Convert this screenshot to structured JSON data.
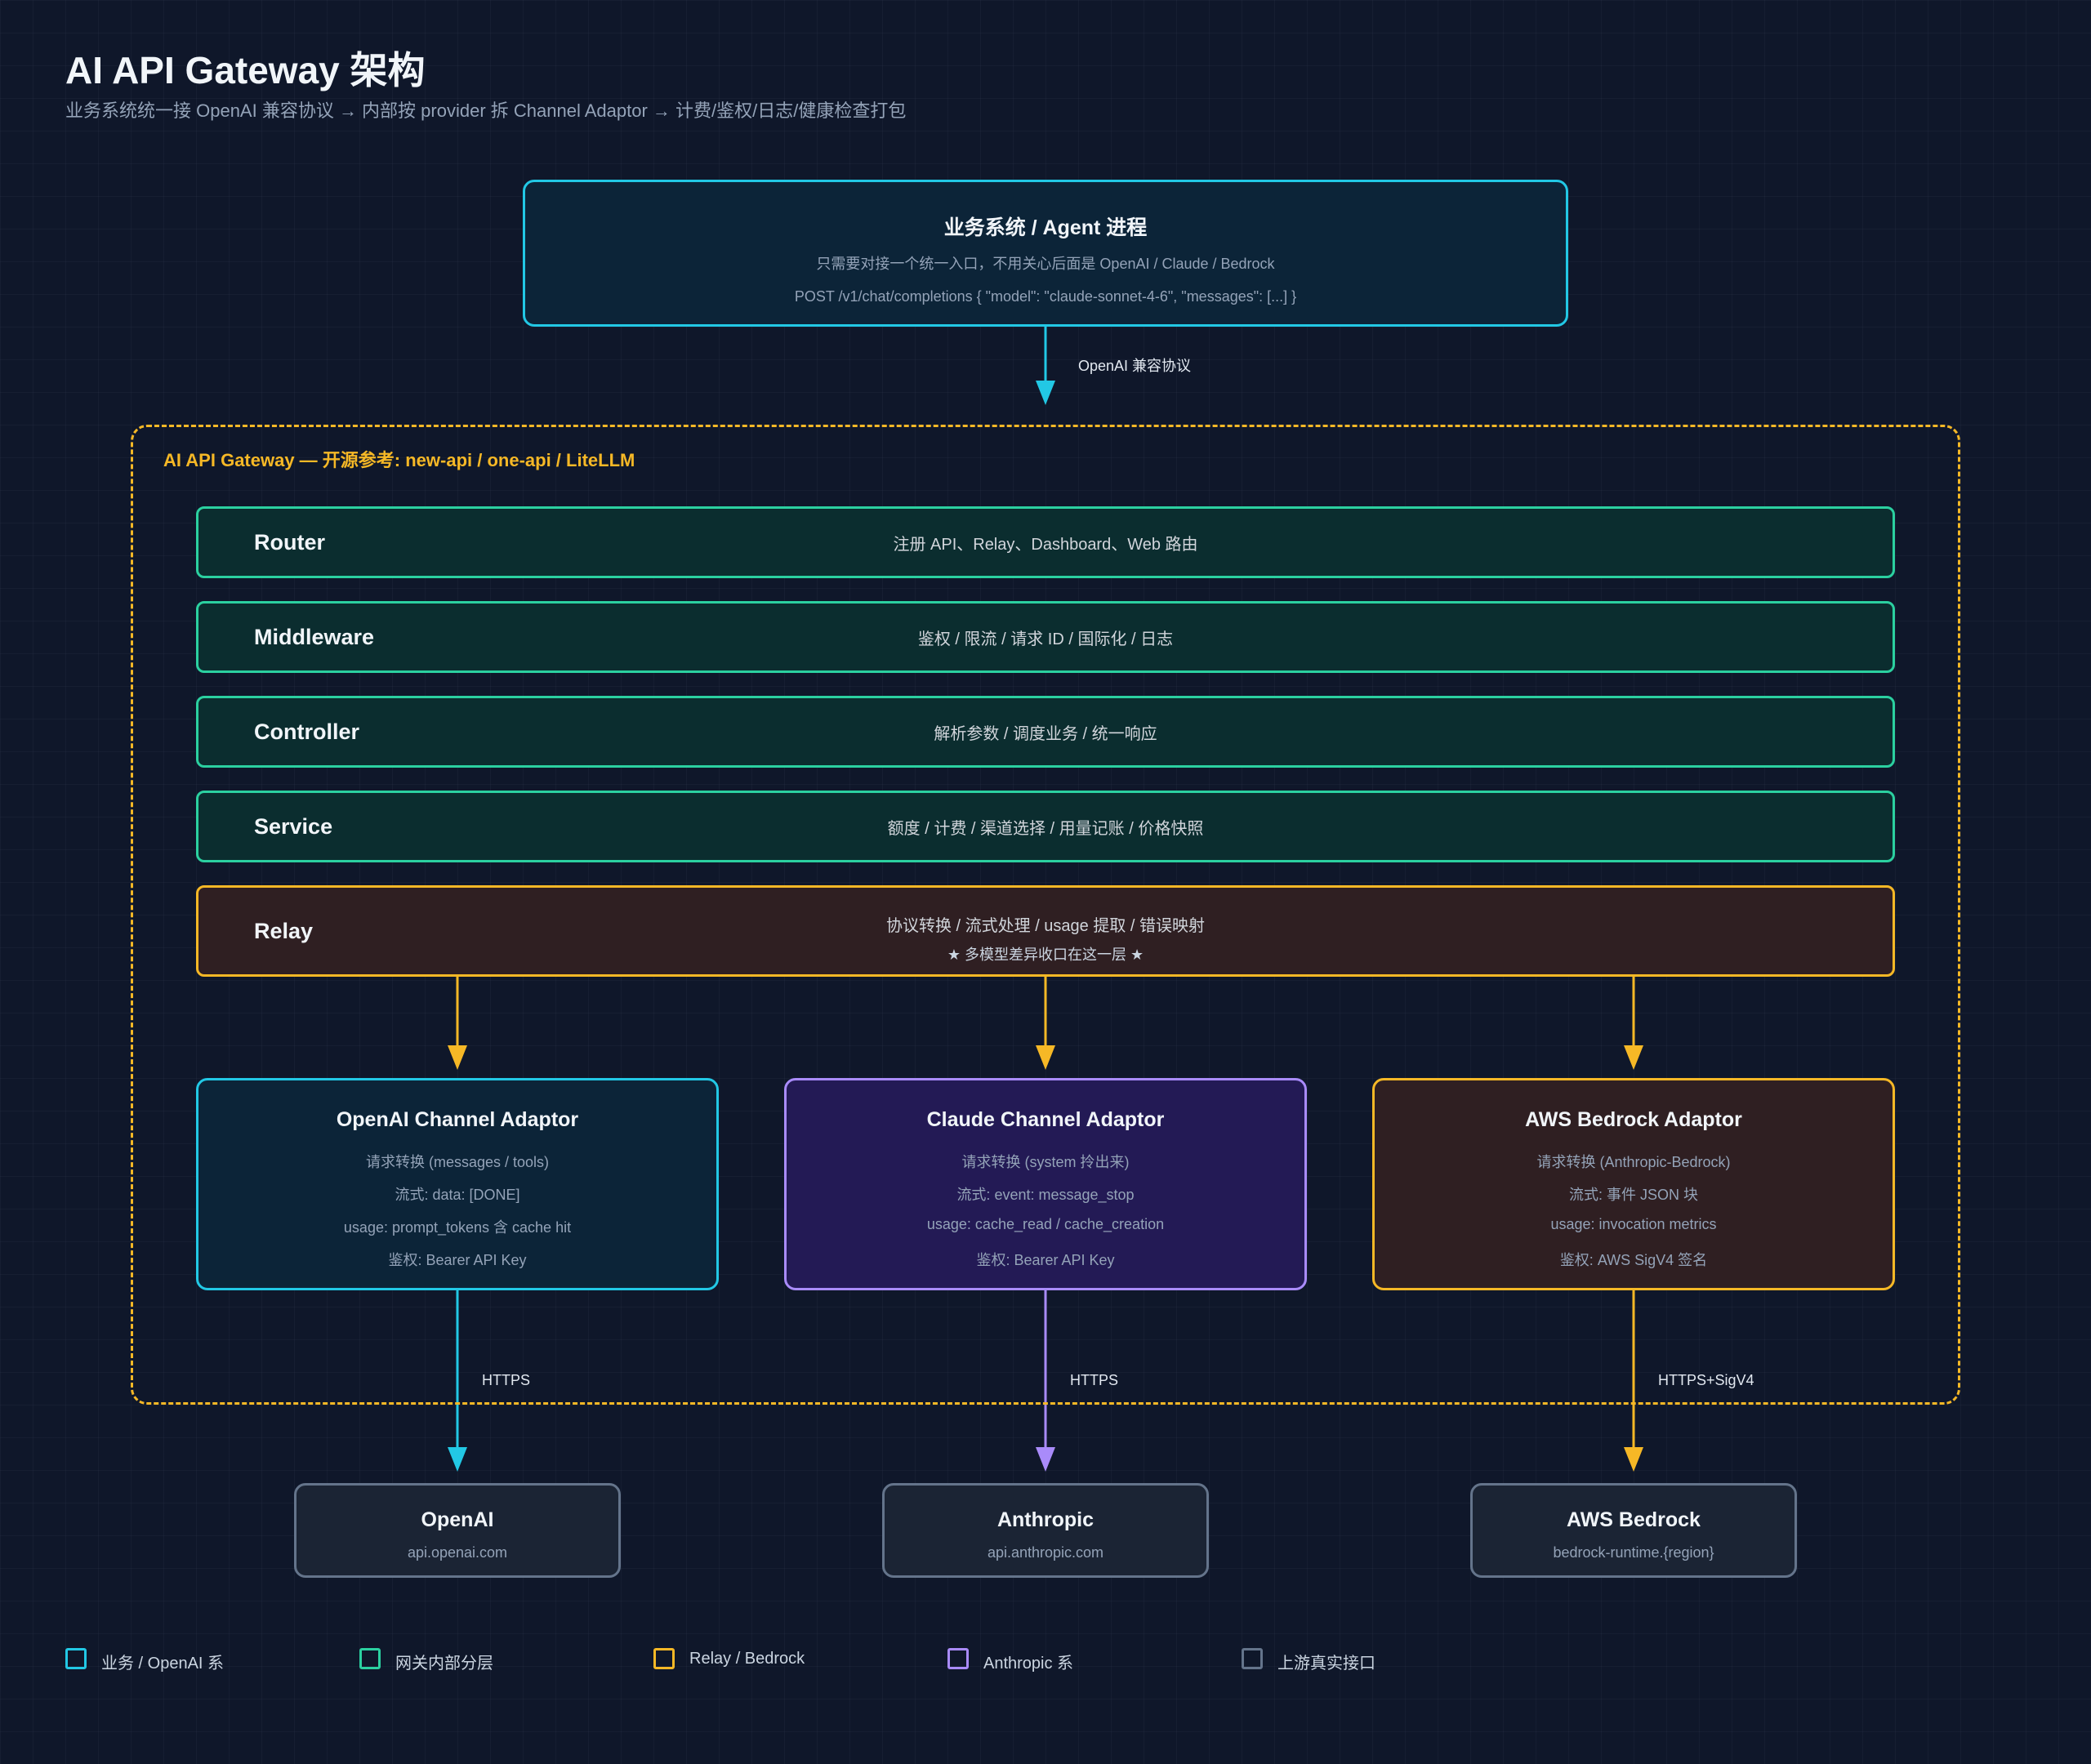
{
  "header": {
    "title": "AI API Gateway 架构",
    "subtitle": "业务系统统一接 OpenAI 兼容协议 → 内部按 provider 拆 Channel Adaptor → 计费/鉴权/日志/健康检查打包"
  },
  "client": {
    "title": "业务系统 / Agent 进程",
    "line1": "只需要对接一个统一入口，不用关心后面是 OpenAI / Claude / Bedrock",
    "line2": "POST /v1/chat/completions { \"model\": \"claude-sonnet-4-6\", \"messages\": [...] }"
  },
  "edges": {
    "client_to_gateway": "OpenAI 兼容协议",
    "openai": "HTTPS",
    "claude": "HTTPS",
    "aws": "HTTPS+SigV4"
  },
  "gateway": {
    "label": "AI API Gateway — 开源参考: new-api / one-api / LiteLLM",
    "layers": [
      {
        "name": "Router",
        "desc": "注册 API、Relay、Dashboard、Web 路由"
      },
      {
        "name": "Middleware",
        "desc": "鉴权 / 限流 / 请求 ID / 国际化 / 日志"
      },
      {
        "name": "Controller",
        "desc": "解析参数 / 调度业务 / 统一响应"
      },
      {
        "name": "Service",
        "desc": "额度 / 计费 / 渠道选择 / 用量记账 / 价格快照"
      }
    ],
    "relay": {
      "name": "Relay",
      "desc": "协议转换 / 流式处理 / usage 提取 / 错误映射",
      "note": "★ 多模型差异收口在这一层 ★"
    }
  },
  "adaptors": [
    {
      "title": "OpenAI Channel Adaptor",
      "lines": [
        "请求转换 (messages / tools)",
        "流式: data: [DONE]",
        "usage: prompt_tokens 含 cache hit",
        "鉴权: Bearer API Key"
      ]
    },
    {
      "title": "Claude Channel Adaptor",
      "lines": [
        "请求转换 (system 拎出来)",
        "流式: event: message_stop",
        "usage: cache_read / cache_creation",
        "鉴权: Bearer API Key"
      ]
    },
    {
      "title": "AWS Bedrock Adaptor",
      "lines": [
        "请求转换 (Anthropic-Bedrock)",
        "流式: 事件 JSON 块",
        "usage: invocation metrics",
        "鉴权: AWS SigV4 签名"
      ]
    }
  ],
  "upstreams": [
    {
      "title": "OpenAI",
      "host": "api.openai.com"
    },
    {
      "title": "Anthropic",
      "host": "api.anthropic.com"
    },
    {
      "title": "AWS Bedrock",
      "host": "bedrock-runtime.{region}"
    }
  ],
  "legend": [
    {
      "label": "业务 / OpenAI 系",
      "color": "#22c8e5"
    },
    {
      "label": "网关内部分层",
      "color": "#2bd0a0"
    },
    {
      "label": "Relay / Bedrock",
      "color": "#f6b826"
    },
    {
      "label": "Anthropic 系",
      "color": "#a98bfa"
    },
    {
      "label": "上游真实接口",
      "color": "#64748b"
    }
  ],
  "colors": {
    "cyan": "#22c8e5",
    "green": "#2bd0a0",
    "amber": "#f6b826",
    "purple": "#a98bfa",
    "slate": "#64748b"
  }
}
